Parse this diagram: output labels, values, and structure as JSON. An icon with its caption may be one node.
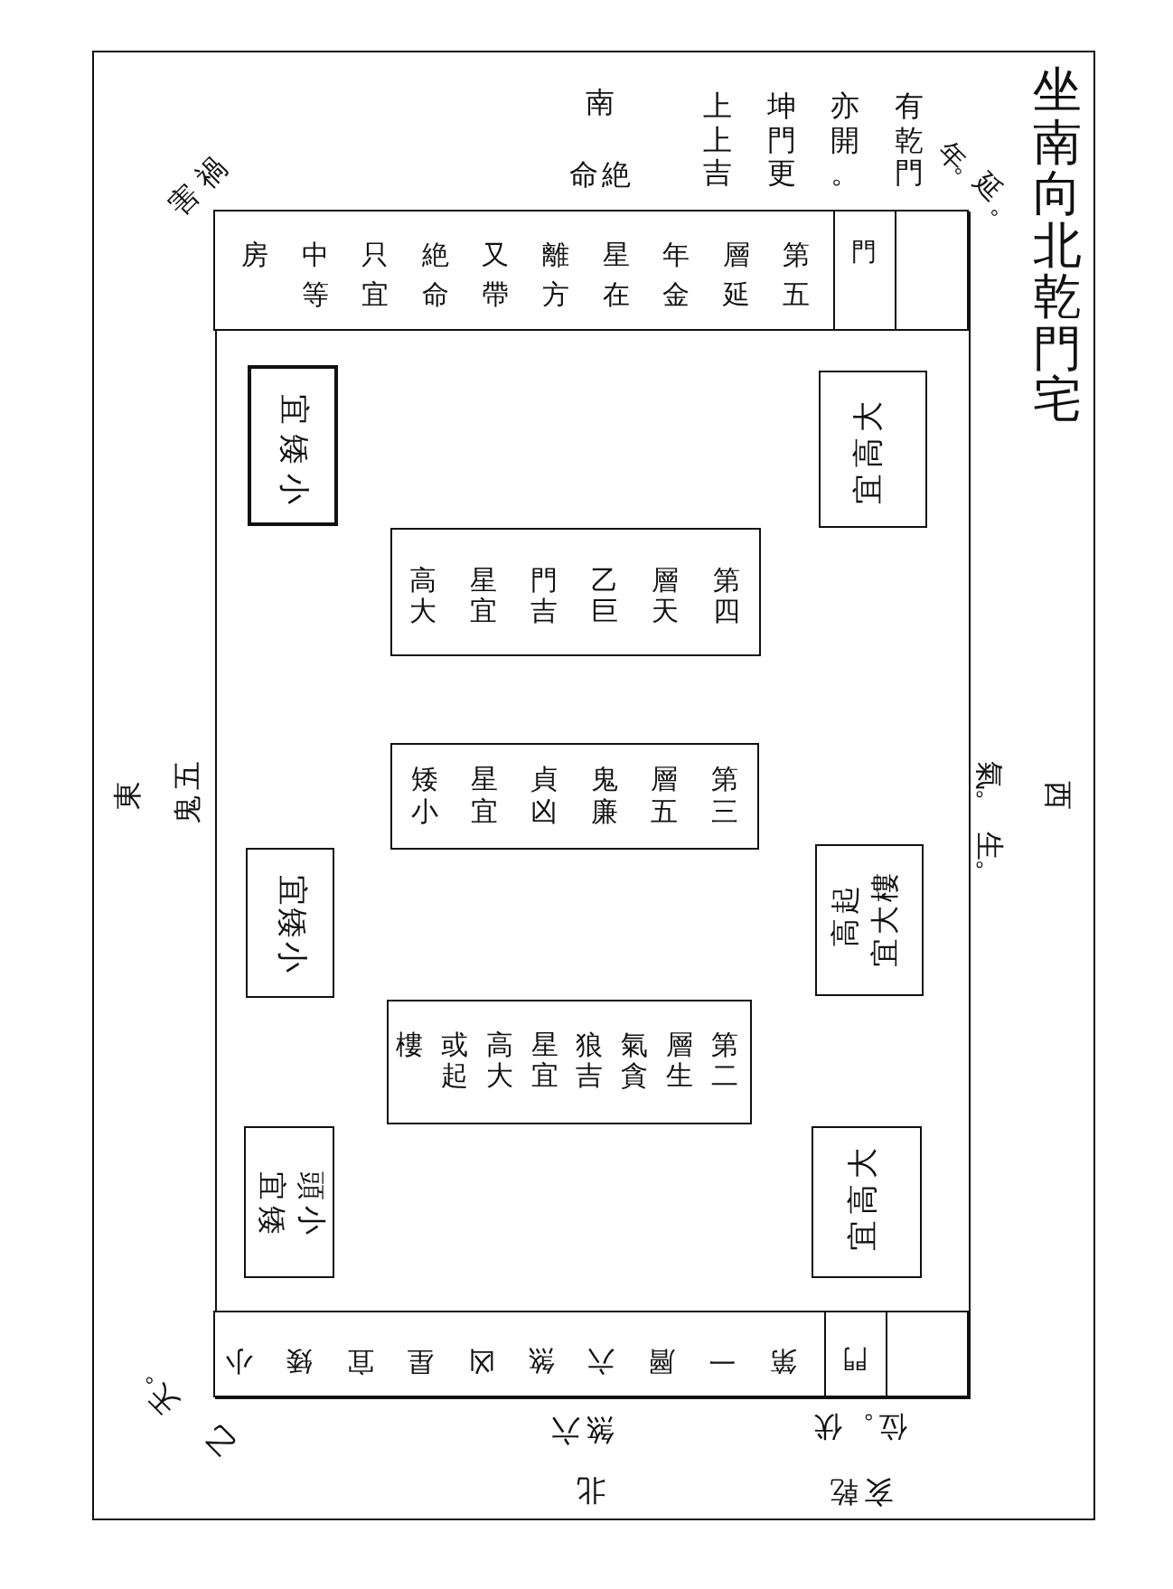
{
  "diagram": {
    "title": "坐南向北乾門宅",
    "nodes": [
      {
        "text": [],
        "shape": "box"
      },
      {
        "text": [
          "第五層延年金星在離方又帶絶命只宜中等房"
        ],
        "in": 0
      },
      {
        "text": [
          "門"
        ],
        "in": 0
      },
      {
        "text": [],
        "shape": "box",
        "in": 0
      },
      {
        "text": [
          "宜矮小"
        ],
        "in": 0
      },
      {
        "text": [
          "宜高大"
        ],
        "in": 0
      },
      {
        "text": [
          "第四層天乙巨門吉星宜高大"
        ],
        "in": 0
      },
      {
        "text": [
          "第三層五鬼廉貞凶星宜矮小"
        ],
        "in": 0
      },
      {
        "text": [
          "宜矮小"
        ],
        "in": 0
      },
      {
        "text": [
          "宜高大起樓"
        ],
        "in": 0
      },
      {
        "text": [
          "第二層生氣貪狼吉星宜高大或起樓"
        ],
        "in": 0
      },
      {
        "text": [
          "宜矮小頭"
        ],
        "in": 0
      },
      {
        "text": [
          "宜高大"
        ],
        "in": 0
      },
      {
        "text": [
          "第一層六煞凶星宜矮小"
        ],
        "in": 0
      },
      {
        "text": [
          "門"
        ],
        "in": 0
      },
      {
        "text": [],
        "shape": "box",
        "in": 0
      }
    ],
    "labels": [
      "禍害",
      "南",
      "命絶",
      "有乾門亦開。坤門更上上吉",
      "延。年。",
      "東",
      "五鬼",
      "生。氣。",
      "西",
      "天。乙",
      "六煞",
      "伏。位",
      "北",
      "乾亥"
    ]
  }
}
